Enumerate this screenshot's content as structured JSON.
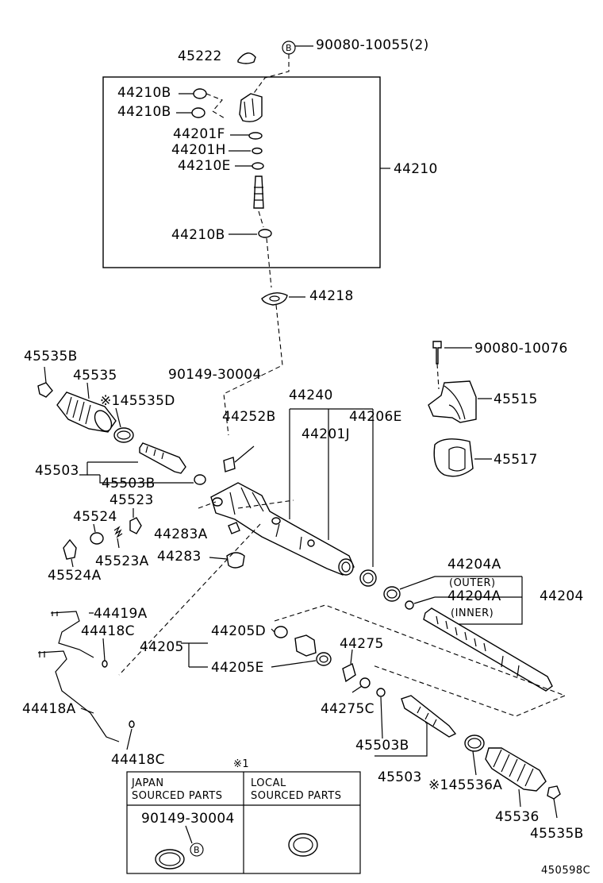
{
  "diagram": {
    "labels": {
      "p45222": "45222",
      "p90080_10055": "90080-10055(2)",
      "b_mark": "B",
      "p44210B_1": "44210B",
      "p44210B_2": "44210B",
      "p44201F": "44201F",
      "p44201H": "44201H",
      "p44210E": "44210E",
      "p44210": "44210",
      "p44210B_3": "44210B",
      "p44218": "44218",
      "p45535B_top": "45535B",
      "p45535": "45535",
      "p45535D": "※145535D",
      "p90149_30004": "90149-30004",
      "p90080_10076": "90080-10076",
      "p44240": "44240",
      "p45515": "45515",
      "p44252B": "44252B",
      "p44201J": "44201J",
      "p44206E": "44206E",
      "p45517": "45517",
      "p45503_top": "45503",
      "p45503B_top": "45503B",
      "p45523": "45523",
      "p45524": "45524",
      "p44283A": "44283A",
      "p44283": "44283",
      "p45523A": "45523A",
      "p45524A": "45524A",
      "p44204A_outer": "44204A",
      "outer": "(OUTER)",
      "p44204A_inner": "44204A",
      "inner": "(INNER)",
      "p44204": "44204",
      "p44419A": "44419A",
      "p44418C_top": "44418C",
      "p44205D": "44205D",
      "p44275": "44275",
      "p44205": "44205",
      "p44205E": "44205E",
      "p44418A": "44418A",
      "p44275C": "44275C",
      "p45503B_bot": "45503B",
      "p44418C_bot": "44418C",
      "note_mark": "※1",
      "p45503_bot": "45503",
      "p45536A": "※145536A",
      "p45536": "45536",
      "p45535B_bot": "45535B",
      "diagram_id": "450598C"
    },
    "table": {
      "col1_line1": "JAPAN",
      "col1_line2": "SOURCED PARTS",
      "col2_line1": "LOCAL",
      "col2_line2": "SOURCED PARTS",
      "japan_part": "90149-30004",
      "b_mark": "B"
    }
  }
}
